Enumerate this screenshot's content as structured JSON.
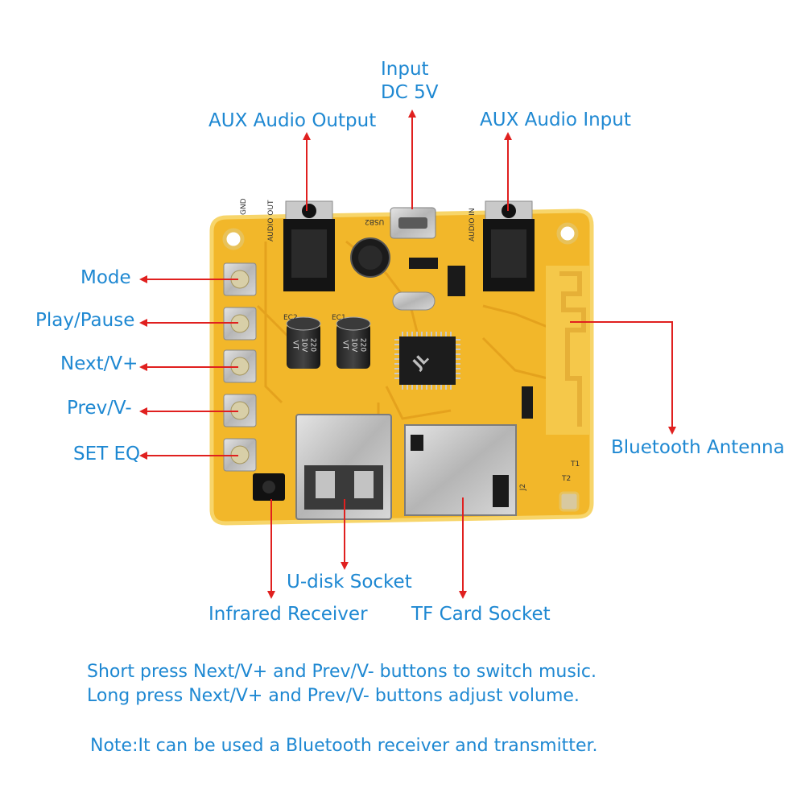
{
  "labels": {
    "input": "Input",
    "input_dc": "DC 5V",
    "aux_out": "AUX Audio Output",
    "aux_in": "AUX Audio Input",
    "mode": "Mode",
    "play_pause": "Play/Pause",
    "next": "Next/V+",
    "prev": "Prev/V-",
    "set_eq": "SET EQ",
    "bt_antenna": "Bluetooth Antenna",
    "udisk": "U-disk Socket",
    "infrared": "Infrared Receiver",
    "tf": "TF Card Socket"
  },
  "notes": {
    "line1": "Short press Next/V+ and Prev/V- buttons to switch music.",
    "line2": "Long press Next/V+ and Prev/V- buttons adjust volume.",
    "line3": "Note:It can be used a Bluetooth receiver and transmitter."
  },
  "board": {
    "silk_gnd": "GND",
    "silk_aux_out": "AUDIO OUT",
    "silk_usb": "USB2",
    "silk_aux_in": "AUDIO IN",
    "cap1_a": "220",
    "cap1_b": "10V",
    "cap1_c": "VT",
    "cap2_a": "220",
    "cap2_b": "10V",
    "cap2_c": "VT",
    "chip": "JL",
    "silk_ec1": "EC1",
    "silk_ec2": "EC2",
    "silk_j2": "J2",
    "silk_t1": "T1",
    "silk_t2": "T2"
  },
  "colors": {
    "label_blue": "#1e88d2",
    "arrow_red": "#e0201f",
    "pcb_yellow": "#f2b72a",
    "pcb_edge": "#f7d56a",
    "metal": "#c9c9c9"
  }
}
